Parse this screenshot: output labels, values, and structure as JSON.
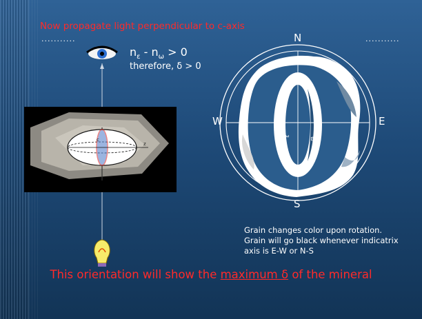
{
  "slide": {
    "title": "Now propagate light perpendicular to c-axis",
    "dots_left": "...........",
    "dots_right": "...........",
    "equation": {
      "n1": "n",
      "sub1": "ε",
      "minus": " - n",
      "sub2": "ω",
      "tail": " > 0"
    },
    "therefore": "therefore, δ > 0",
    "compass": {
      "n": "N",
      "s": "S",
      "e": "E",
      "w": "W"
    },
    "grain_labels": {
      "a": "n",
      "a_sub": "ε",
      "b": "n",
      "b_sub": "ω"
    },
    "crystal_labels": {
      "c": "c",
      "z": "z"
    },
    "note_lines": [
      "Grain changes color upon rotation.",
      "Grain will go black whenever indicatrix",
      "axis is E-W or N-S"
    ],
    "bottom": {
      "pre": "This orientation will show the ",
      "underlined": "maximum δ",
      "post": " of the mineral"
    }
  },
  "colors": {
    "title_red": "#ff2a2a",
    "grain_blue": "#2b5d8d"
  }
}
